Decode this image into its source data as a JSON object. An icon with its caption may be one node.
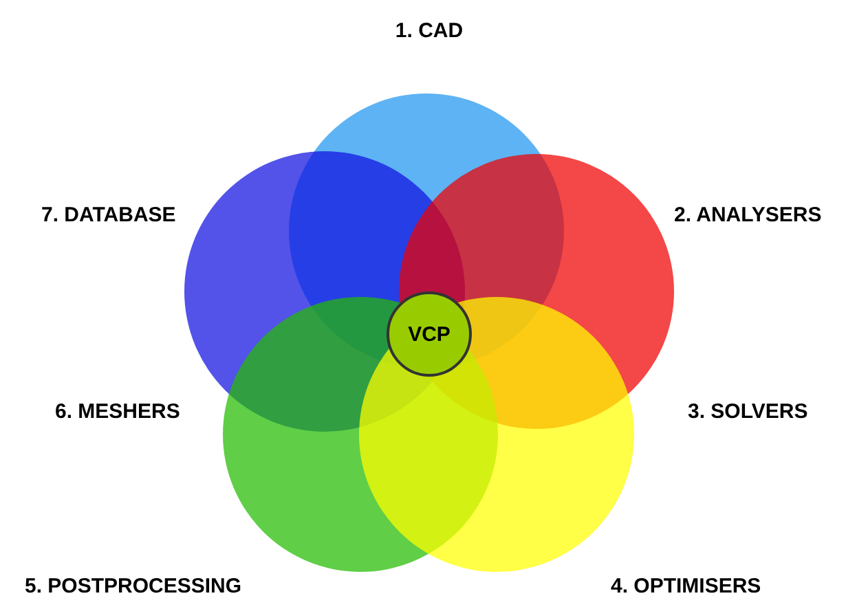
{
  "diagram": {
    "nodes": [
      {
        "text": [],
        "shape": "circle"
      },
      {
        "text": [],
        "shape": "circle"
      },
      {
        "text": [],
        "shape": "circle"
      },
      {
        "text": [],
        "shape": "circle"
      },
      {
        "text": [],
        "shape": "circle"
      },
      {
        "text": [
          "VCP"
        ]
      }
    ],
    "edges": [],
    "labels": [
      "1. CAD",
      "7. DATABASE",
      "2. ANALYSERS",
      "6. MESHERS",
      "3. SOLVERS",
      "5. POSTPROCESSING",
      "4. OPTIMISERS"
    ]
  }
}
